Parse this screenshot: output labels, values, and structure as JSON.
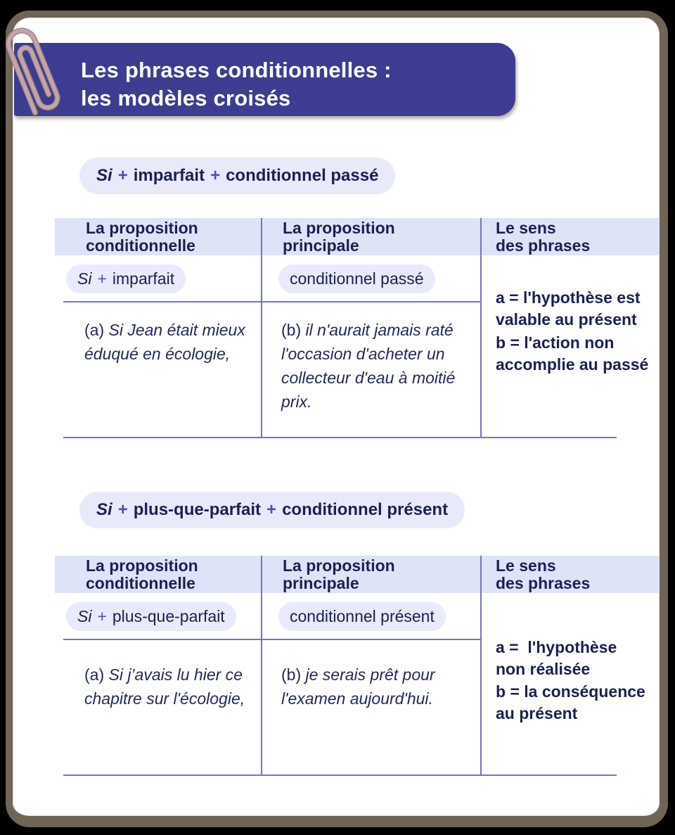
{
  "colors": {
    "page_bg": "#000000",
    "card_border": "#6f6456",
    "card_bg": "#ffffff",
    "banner_bg": "#3c3d90",
    "banner_text": "#ffffff",
    "pill_bg": "#e8e9f9",
    "header_row_bg": "#dee3f7",
    "rule_line": "#7176c2",
    "text_navy": "#1b2150",
    "plus_blue": "#4a50b0",
    "paperclip": "#c3a4a8"
  },
  "title": "Les phrases conditionnelles :\nles modèles croisés",
  "sections": [
    {
      "formula": {
        "si": "Si",
        "plus1": "+",
        "middle": "imparfait",
        "plus2": "+",
        "tail": "conditionnel passé"
      },
      "table": {
        "col1_header": "La proposition\nconditionnelle",
        "col2_header": "La proposition\nprincipale",
        "col3_header": "Le sens\ndes phrases",
        "col1_pill": {
          "si": "Si",
          "plus": "+",
          "label": "imparfait"
        },
        "col2_pill": "conditionnel passé",
        "example_a_prefix": "(a) ",
        "example_a": "Si Jean était mieux\néduqué en écologie,",
        "example_b_prefix": "(b) ",
        "example_b": "il n'aurait jamais raté\nl'occasion d'acheter un\ncollecteur d'eau à moitié\nprix.",
        "sense_a": "a = l'hypothèse est\nvalable au présent",
        "sense_b": "b = l'action non\naccomplie au passé"
      }
    },
    {
      "formula": {
        "si": "Si",
        "plus1": "+",
        "middle": "plus-que-parfait",
        "plus2": "+",
        "tail": "conditionnel présent"
      },
      "table": {
        "col1_header": "La proposition\nconditionnelle",
        "col2_header": "La proposition\nprincipale",
        "col3_header": "Le sens\ndes phrases",
        "col1_pill": {
          "si": "Si",
          "plus": "+",
          "label": "plus-que-parfait"
        },
        "col2_pill": "conditionnel présent",
        "example_a_prefix": "(a) ",
        "example_a": "Si j’avais lu hier ce\nchapitre sur l'écologie,",
        "example_b_prefix": "(b) ",
        "example_b": "je serais prêt pour\nl'examen aujourd'hui.",
        "sense_a": "a =  l'hypothèse\nnon réalisée",
        "sense_b": "b = la conséquence\nau présent"
      }
    }
  ]
}
